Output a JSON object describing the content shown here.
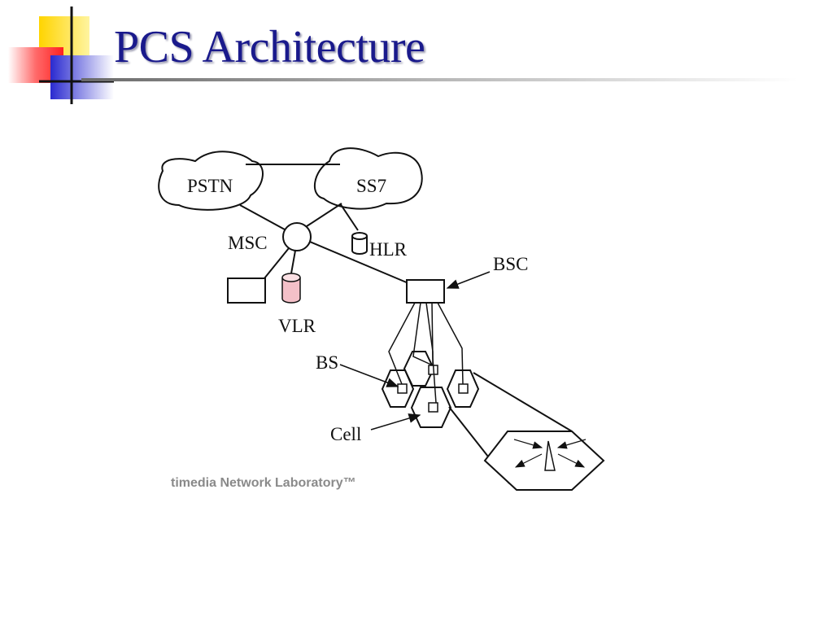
{
  "slide": {
    "title": "PCS Architecture"
  },
  "diagram": {
    "labels": {
      "pstn": "PSTN",
      "ss7": "SS7",
      "msc": "MSC",
      "hlr": "HLR",
      "bsc": "BSC",
      "vlr": "VLR",
      "bs": "BS",
      "cell": "Cell"
    },
    "watermark": "timedia Network Laboratory™"
  },
  "colors": {
    "title": "#1a1a8c",
    "logo_yellow": "#ffd400",
    "logo_red": "#ff3030",
    "logo_blue": "#2a2ad0",
    "vlr_fill": "#f4c0c8"
  }
}
